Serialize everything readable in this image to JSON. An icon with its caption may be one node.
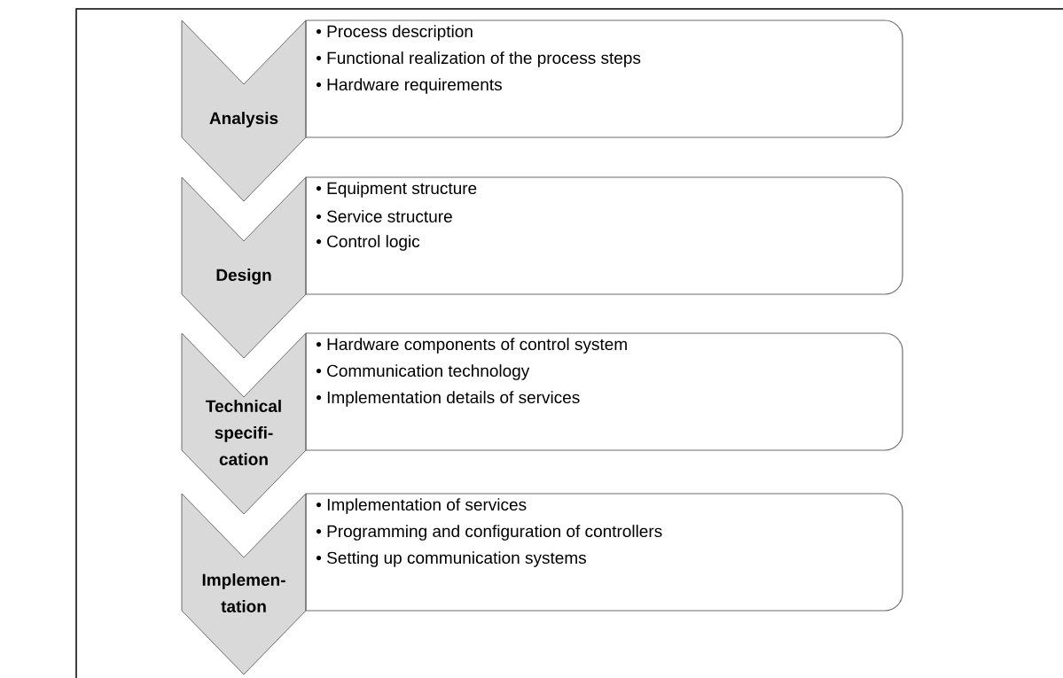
{
  "diagram": {
    "nodes": [
      {
        "text": [
          "Analysis"
        ]
      },
      {
        "text": [
          "• Process description",
          "• Functional realization of the process steps",
          "• Hardware requirements"
        ]
      },
      {
        "text": [
          "Design"
        ]
      },
      {
        "text": [
          "• Equipment structure",
          "• Service structure",
          "• Control logic"
        ]
      },
      {
        "text": [
          "Technical specifi-cation"
        ]
      },
      {
        "text": [
          "• Hardware components of control system",
          "• Communication technology",
          "• Implementation details of services"
        ]
      },
      {
        "text": [
          "Implemen-tation"
        ]
      },
      {
        "text": [
          "• Implementation of services",
          "• Programming and configuration of controllers",
          "• Setting up communication systems"
        ]
      }
    ],
    "edges": [
      {
        "from": 0,
        "to": 2,
        "arrow": "to"
      },
      {
        "from": 2,
        "to": 4,
        "arrow": "to"
      },
      {
        "from": 4,
        "to": 6,
        "arrow": "to"
      }
    ]
  }
}
